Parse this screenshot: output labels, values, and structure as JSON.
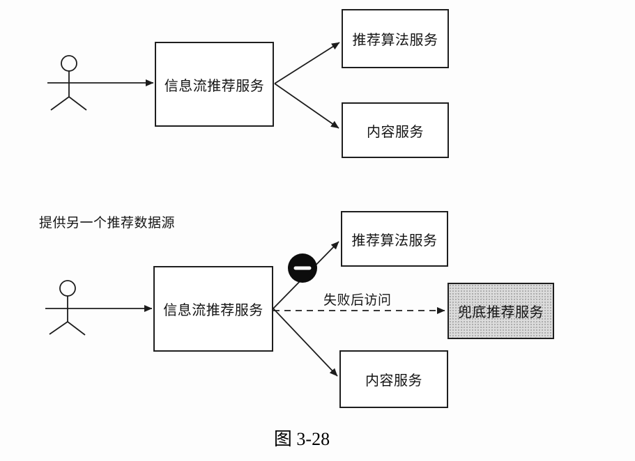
{
  "figure_caption": "图 3-28",
  "colors": {
    "ink": "#1c1c1c",
    "background": "#fdfdfd",
    "box_fill": "#ffffff",
    "fallback_box_fill": "#dcdcdc",
    "failure_badge_fill": "#0c0c0c",
    "failure_badge_glyph": "#ffffff"
  },
  "top_diagram": {
    "actor_icon": "stick-figure-user-icon",
    "main_service_label": "信息流推荐服务",
    "algorithm_service_label": "推荐算法服务",
    "content_service_label": "内容服务"
  },
  "bottom_diagram": {
    "annotation_label": "提供另一个推荐数据源",
    "actor_icon": "stick-figure-user-icon",
    "main_service_label": "信息流推荐服务",
    "algorithm_service_label": "推荐算法服务",
    "content_service_label": "内容服务",
    "fallback_service_label": "兜底推荐服务",
    "failure_edge_label": "失败后访问",
    "failure_badge_icon": "minus-badge-icon"
  }
}
